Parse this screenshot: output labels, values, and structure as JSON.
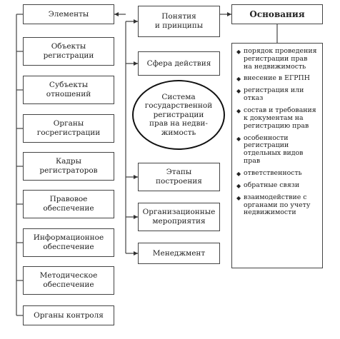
{
  "diagram": {
    "center": "Система\nгосударственной\nрегистрации\nправ на недви-\nжимость",
    "left_column": [
      "Элементы",
      "Объекты\nрегистрации",
      "Субъекты\nотношений",
      "Органы\nгосрегистрации",
      "Кадры\nрегистраторов",
      "Правовое\nобеспечение",
      "Информационное\nобеспечение",
      "Методическое\nобеспечение",
      "Органы контроля"
    ],
    "middle_column": [
      "Понятия\nи принципы",
      "Сфера действия",
      "Этапы\nпостроения",
      "Организационные\nмероприятия",
      "Менеджмент"
    ],
    "bases": {
      "title": "Основания",
      "items": [
        "порядок проведения регистрации прав на недвижимость",
        "внесение в ЕГРПН",
        "регистрация или отказ",
        "состав и требования к документам на регистрацию прав",
        "особенности регистрации отдельных видов прав",
        "ответственность",
        "обратные связи",
        "взаимодействие с органами по учету недвижимости"
      ]
    }
  }
}
